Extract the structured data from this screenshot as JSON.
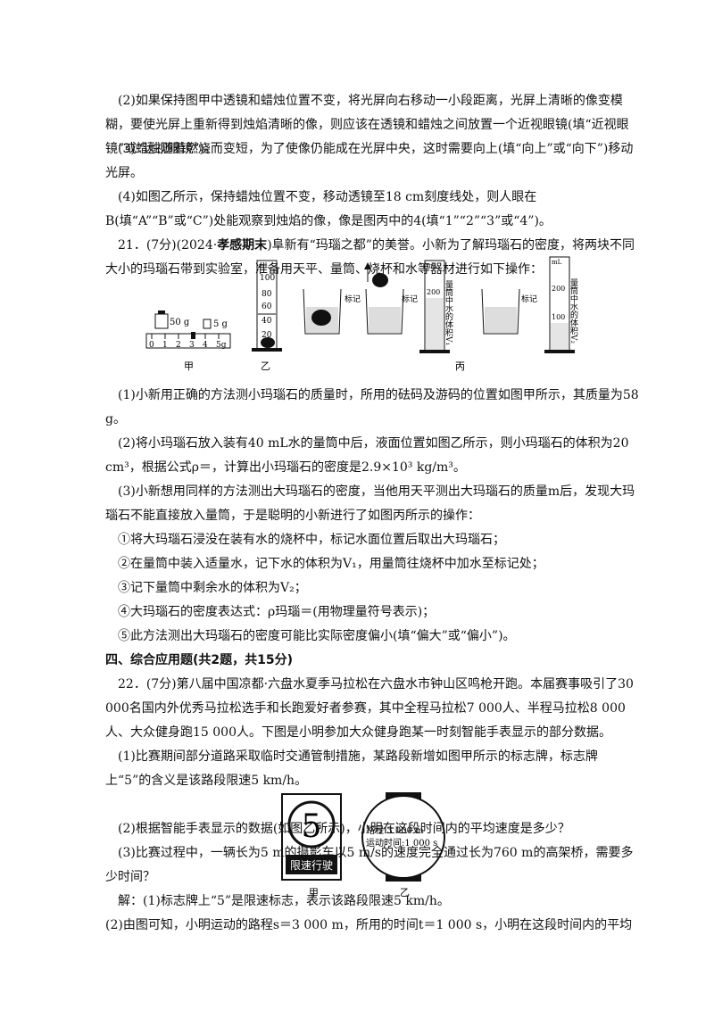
{
  "lines": {
    "l1": "(2)如果保持图甲中透镜和蜡烛位置不变，将光屏向右移动一小段距离，光屏上清晰的像变模糊，要使光屏上重新得到烛焰清晰的像，则应该在透镜和蜡烛之间放置一个近视眼镜(填“近视眼镜”或“远视眼镜”)。",
    "l2": "(3)蜡烛随着燃烧而变短，为了使像仍能成在光屏中央，这时需要向上(填“向上”或“向下”)移动光屏。",
    "l3": "(4)如图乙所示，保持蜡烛位置不变，移动透镜至18 cm刻度线处，则人眼在B(填“A”“B”或“C”)处能观察到烛焰的像，像是图丙中的4(填“1”“2”“3”或“4”)。",
    "q21_head": "21．(7分)(2024·",
    "q21_source": "孝感期末",
    "q21_rest": ")阜新有“玛瑙之都”的美誉。小新为了解玛瑙石的密度，将两块不同大小的玛瑙石带到实验室，准备用天平、量筒、烧杯和水等器材进行如下操作：",
    "q21_1": "(1)小新用正确的方法测小玛瑙石的质量时，所用的砝码及游码的位置如图甲所示，其质量为58 g。",
    "q21_2": "(2)将小玛瑙石放入装有40 mL水的量筒中后，液面位置如图乙所示，则小玛瑙石的体积为20 cm³，根据公式ρ＝，计算出小玛瑙石的密度是2.9×10³ kg/m³。",
    "q21_3": "(3)小新想用同样的方法测出大玛瑙石的密度，当他用天平测出大玛瑙石的质量m后，发现大玛瑙石不能直接放入量筒，于是聪明的小新进行了如图丙所示的操作：",
    "step1": "①将大玛瑙石浸没在装有水的烧杯中，标记水面位置后取出大玛瑙石；",
    "step2": "②在量筒中装入适量水，记下水的体积为V₁，用量筒往烧杯中加水至标记处；",
    "step3": "③记下量筒中剩余水的体积为V₂；",
    "step4": "④大玛瑙石的密度表达式：ρ玛瑙＝(用物理量符号表示)；",
    "step5": "⑤此方法测出大玛瑙石的密度可能比实际密度偏小(填“偏大”或“偏小”)。",
    "sec4": "四、综合应用题(共2题，共15分)",
    "q22": "22．(7分)第八届中国凉都·六盘水夏季马拉松在六盘水市钟山区鸣枪开跑。本届赛事吸引了30 000名国内外优秀马拉松选手和长跑爱好者参赛，其中全程马拉松7 000人、半程马拉松8 000人、大众健身跑15 000人。下图是小明参加大众健身跑某一时刻智能手表显示的部分数据。",
    "q22_1": "(1)比赛期间部分道路采取临时交通管制措施，某路段新增如图甲所示的标志牌，标志牌上“5”的含义是该路段限速5 km/h。",
    "q22_2": "(2)根据智能手表显示的数据(如图乙所示)，小明在这段时间内的平均速度是多少？",
    "q22_3": "(3)比赛过程中，一辆长为5 m的摄影车以5 m/s的速度完全通过长为760 m的高架桥，需要多少时间？",
    "sol1": "解：(1)标志牌上“5”是限速标志，表示该路段限速5 km/h。",
    "sol2": "(2)由图可知，小明运动的路程s＝3 000 m，所用的时间t＝1 000 s，小明在这段时间内的平均"
  },
  "fig1": {
    "label_jia": "甲",
    "label_yi": "乙",
    "label_bing": "丙",
    "weight1": "50 g",
    "weight2": "5 g",
    "scale": [
      "0",
      "1",
      "2",
      "3",
      "4",
      "5g"
    ],
    "cyl_unit": "mL",
    "cyl_ticks": [
      "100",
      "80",
      "60",
      "40",
      "20"
    ],
    "mark": "标记",
    "big_ticks": [
      "200",
      "100"
    ],
    "v1_text": "量筒中水的体积V₁",
    "v2_text": "量筒中水的体积V₂"
  },
  "fig2": {
    "sign_number": "5",
    "sign_text": "限速行驶",
    "watch_line1": "路程:3 000 m",
    "watch_line2": "运动时间:1 000 s",
    "label_jia": "甲",
    "label_yi": "乙"
  }
}
